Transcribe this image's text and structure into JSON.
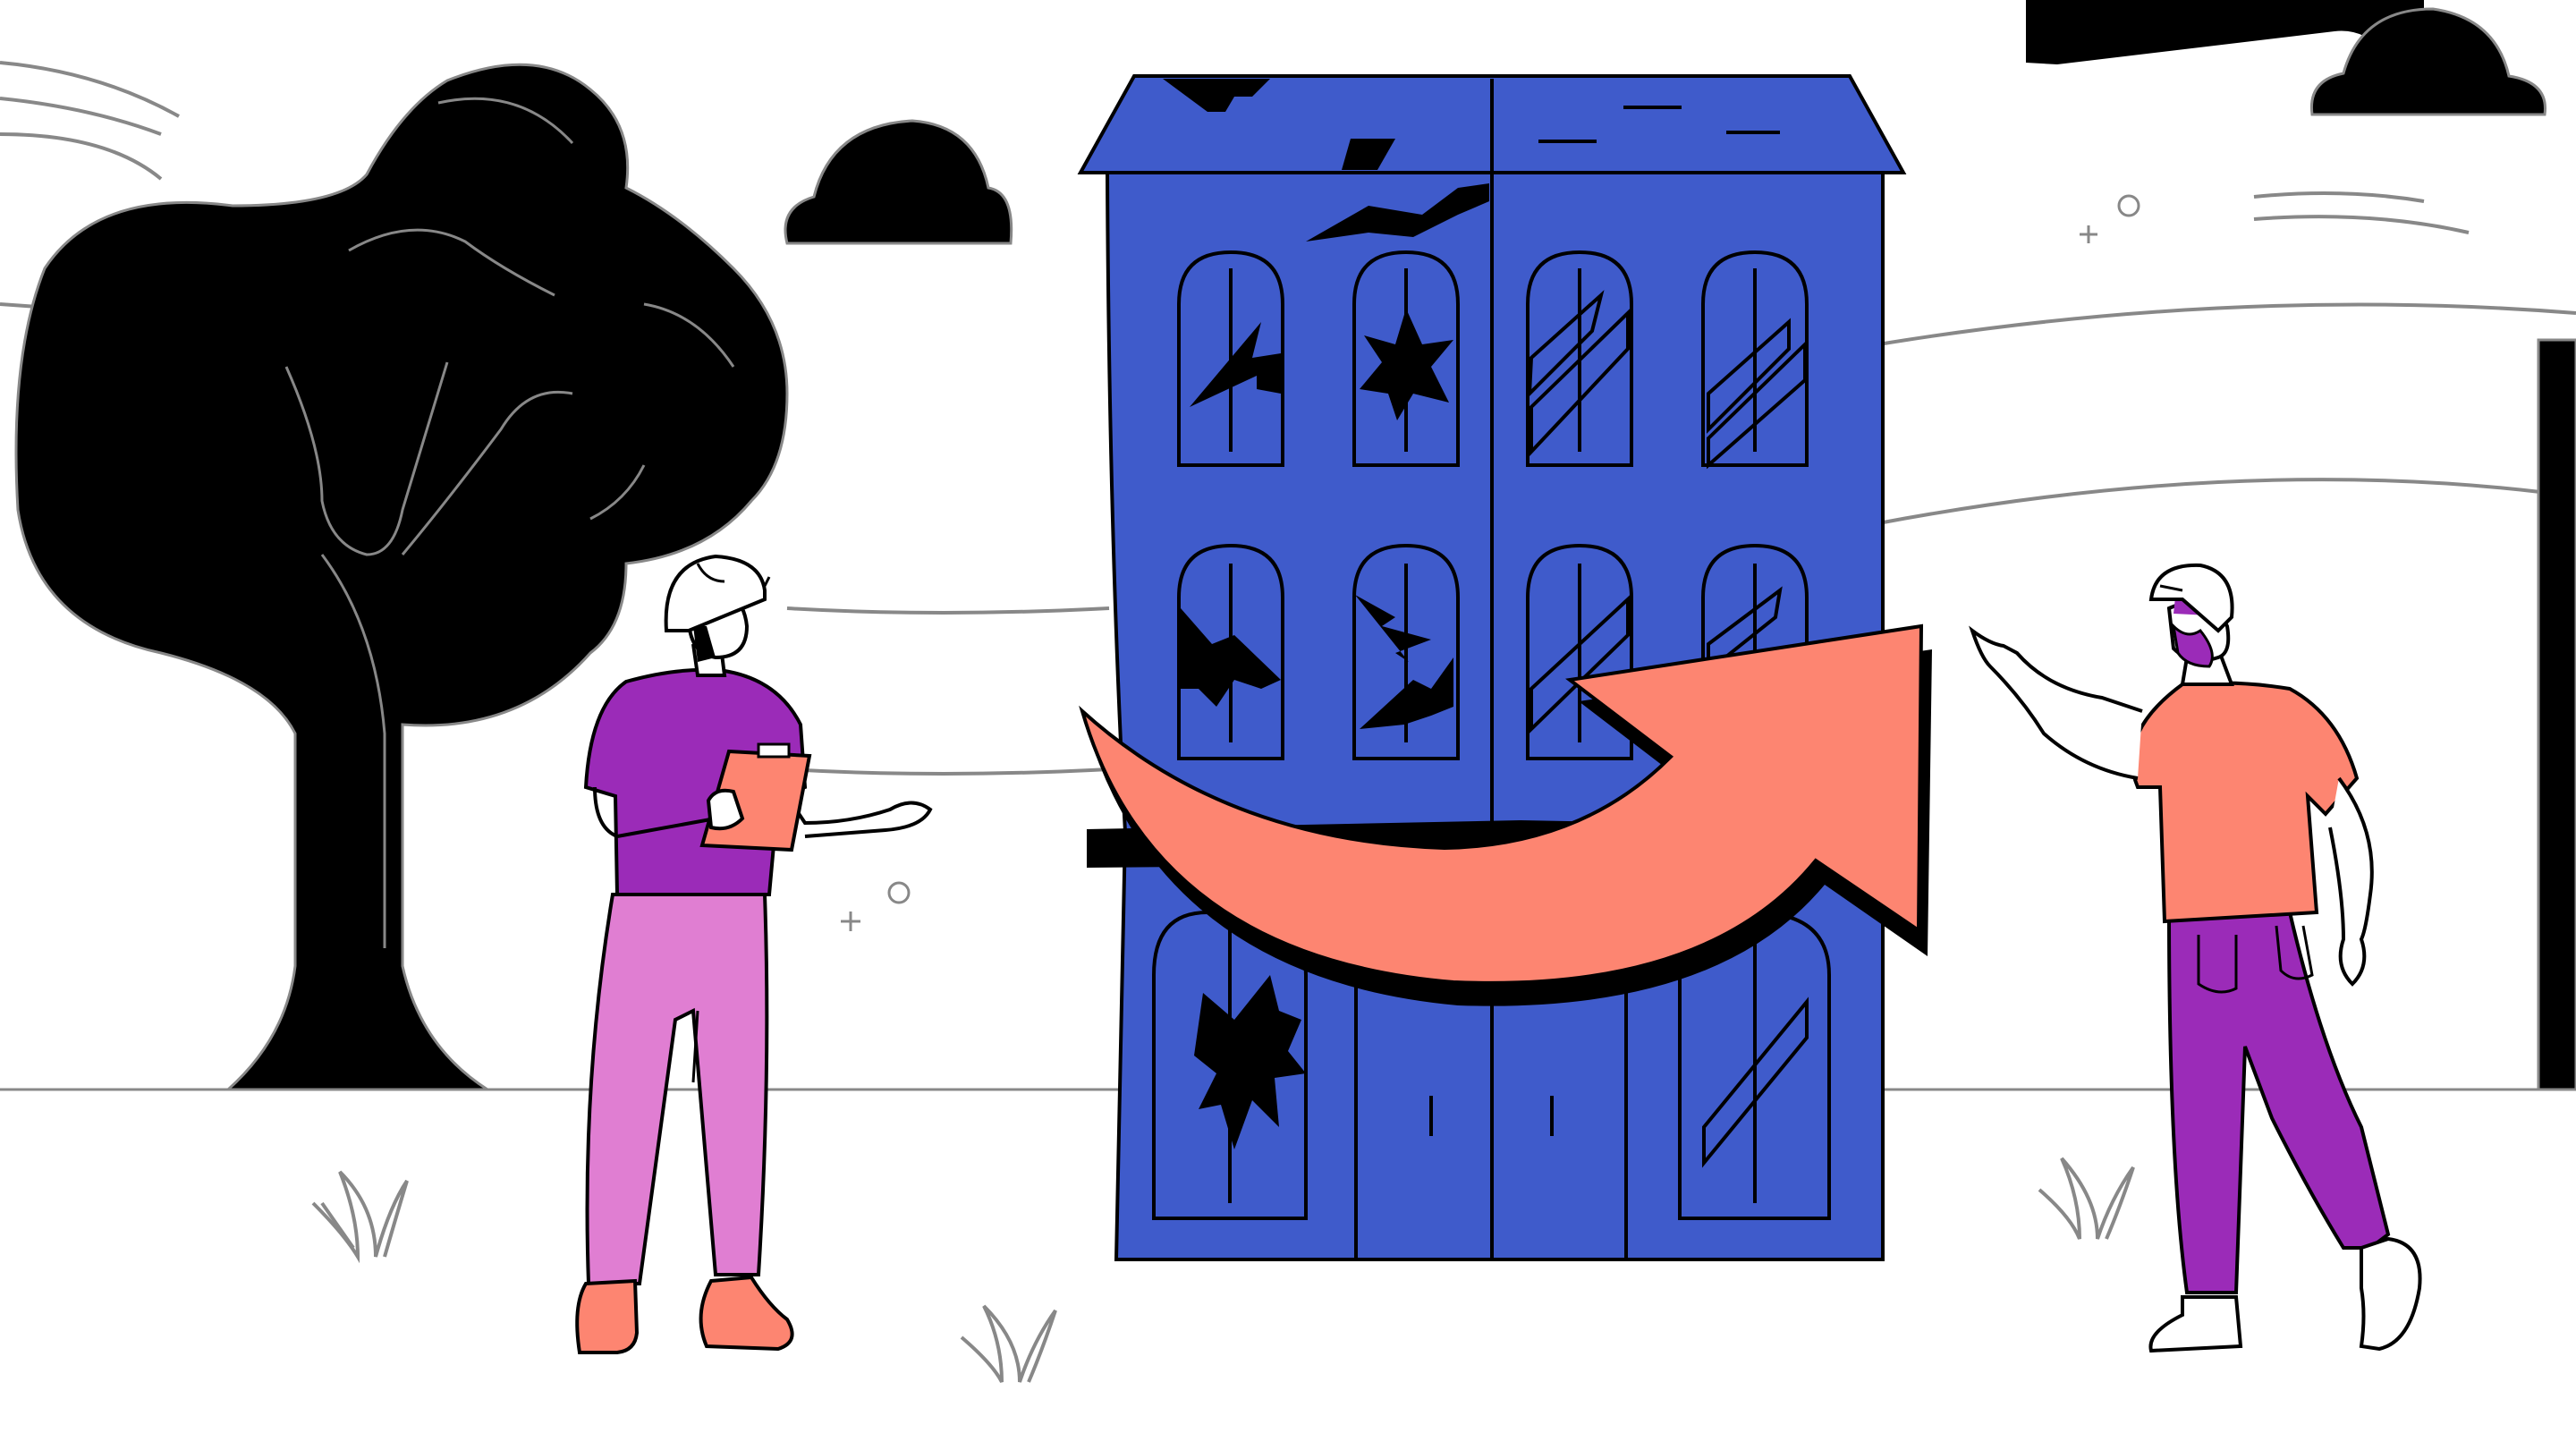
{
  "scene": {
    "subject": "",
    "colors": {
      "background": "#ffffff",
      "ink": "#000000",
      "building": "#3f5bcb",
      "arrow": "#fd8571",
      "shirt_left": "#9b2bb8",
      "pants_left": "#e07ed2",
      "shirt_right": "#fd8571",
      "pants_right": "#9b2bb8",
      "shoes_left": "#fd8571",
      "hills": "#888888"
    },
    "elements": [
      "tree",
      "cloud",
      "cloud",
      "building",
      "arrow",
      "worker-with-clipboard",
      "worker-pointing",
      "grass",
      "grass",
      "grass",
      "sparkles"
    ]
  }
}
